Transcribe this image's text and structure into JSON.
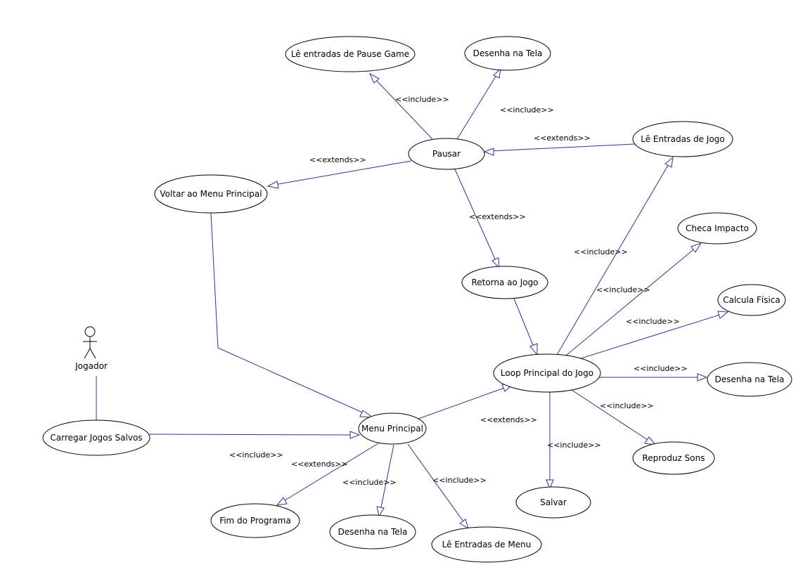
{
  "actor": {
    "name": "Jogador"
  },
  "use_cases": {
    "le_entradas_pause": "Lê entradas de Pause Game",
    "desenha_tela_1": "Desenha na Tela",
    "le_entradas_jogo": "Lê Entradas de Jogo",
    "pausar": "Pausar",
    "voltar_menu": "Voltar ao Menu Principal",
    "checa_impacto": "Checa Impacto",
    "retorna_jogo": "Retorna ao Jogo",
    "calcula_fisica": "Calcula Física",
    "loop_principal": "Loop Principal do Jogo",
    "desenha_tela_2": "Desenha na Tela",
    "carregar_jogos": "Carregar Jogos Salvos",
    "menu_principal": "Menu Principal",
    "reproduz_sons": "Reproduz Sons",
    "salvar": "Salvar",
    "fim_programa": "Fim do Programa",
    "desenha_tela_3": "Desenha na Tela",
    "le_entradas_menu": "Lê Entradas de Menu"
  },
  "stereotypes": {
    "include": "<<include>>",
    "extends": "<<extends>>"
  },
  "colors": {
    "edge": "#33338a",
    "outline": "#000000",
    "background": "#ffffff"
  }
}
